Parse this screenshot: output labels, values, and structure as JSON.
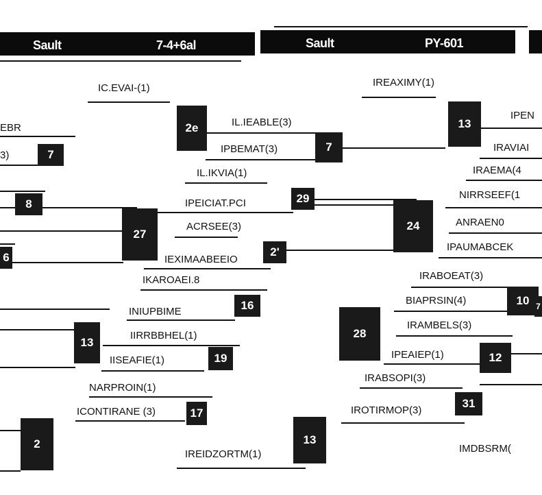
{
  "headers": [
    {
      "id": "h1",
      "text": "Sault"
    },
    {
      "id": "h2",
      "text": "7-4+6al"
    },
    {
      "id": "h3",
      "text": "Sault"
    },
    {
      "id": "h4",
      "text": "PY-601"
    }
  ],
  "entries": [
    {
      "id": "e1",
      "text": "IC.EVAI-(1)"
    },
    {
      "id": "e2",
      "text": "EBR"
    },
    {
      "id": "e3",
      "text": "3)"
    },
    {
      "id": "e4",
      "text": "IL.IEABLE(3)"
    },
    {
      "id": "e5",
      "text": "IPBEMAT(3)"
    },
    {
      "id": "e6",
      "text": "IL.IKVIA(1)"
    },
    {
      "id": "e7",
      "text": "IPEICIAT.PCI"
    },
    {
      "id": "e8",
      "text": "ACRSEE(3)"
    },
    {
      "id": "e9",
      "text": "IEXIMAABEEIO"
    },
    {
      "id": "e10",
      "text": "IKAROAEI.8"
    },
    {
      "id": "e11",
      "text": "INIUPBIME"
    },
    {
      "id": "e12",
      "text": "IIRRBBHEL(1)"
    },
    {
      "id": "e13",
      "text": "IISEAFIE(1)"
    },
    {
      "id": "e14",
      "text": "NARPROIN(1)"
    },
    {
      "id": "e15",
      "text": "ICONTIRANE (3)"
    },
    {
      "id": "e16",
      "text": "IREIDZORTM(1)"
    },
    {
      "id": "e17",
      "text": "IREAXIMY(1)"
    },
    {
      "id": "e18",
      "text": "IPEN"
    },
    {
      "id": "e19",
      "text": "IRAVIAI"
    },
    {
      "id": "e20",
      "text": "IRAEMA(4"
    },
    {
      "id": "e21",
      "text": "NIRRSEEF(1"
    },
    {
      "id": "e22",
      "text": "ANRAEN0"
    },
    {
      "id": "e23",
      "text": "IPAUMABCEK"
    },
    {
      "id": "e24",
      "text": "IRABOEAT(3)"
    },
    {
      "id": "e25",
      "text": "BIAPRSIN(4)"
    },
    {
      "id": "e26",
      "text": "IRAMBELS(3)"
    },
    {
      "id": "e27",
      "text": "IPEAIEP(1)"
    },
    {
      "id": "e28",
      "text": "IRABSOPI(3)"
    },
    {
      "id": "e29",
      "text": "IROTIRMOP(3)"
    },
    {
      "id": "e30",
      "text": "IMDBSRM("
    }
  ],
  "numbers": [
    {
      "id": "n1",
      "text": "2e"
    },
    {
      "id": "n2",
      "text": "7"
    },
    {
      "id": "n3",
      "text": "8"
    },
    {
      "id": "n4",
      "text": "27"
    },
    {
      "id": "n5",
      "text": "7"
    },
    {
      "id": "n6",
      "text": "29"
    },
    {
      "id": "n7",
      "text": "2'"
    },
    {
      "id": "n8",
      "text": "16"
    },
    {
      "id": "n9",
      "text": "13"
    },
    {
      "id": "n10",
      "text": "19"
    },
    {
      "id": "n11",
      "text": "17"
    },
    {
      "id": "n12",
      "text": "2"
    },
    {
      "id": "n13",
      "text": "13"
    },
    {
      "id": "n14",
      "text": "13"
    },
    {
      "id": "n15",
      "text": "24"
    },
    {
      "id": "n16",
      "text": "10"
    },
    {
      "id": "n17",
      "text": "28"
    },
    {
      "id": "n18",
      "text": "12"
    },
    {
      "id": "n19",
      "text": "31"
    },
    {
      "id": "n20",
      "text": "6"
    },
    {
      "id": "n21",
      "text": "7"
    }
  ]
}
